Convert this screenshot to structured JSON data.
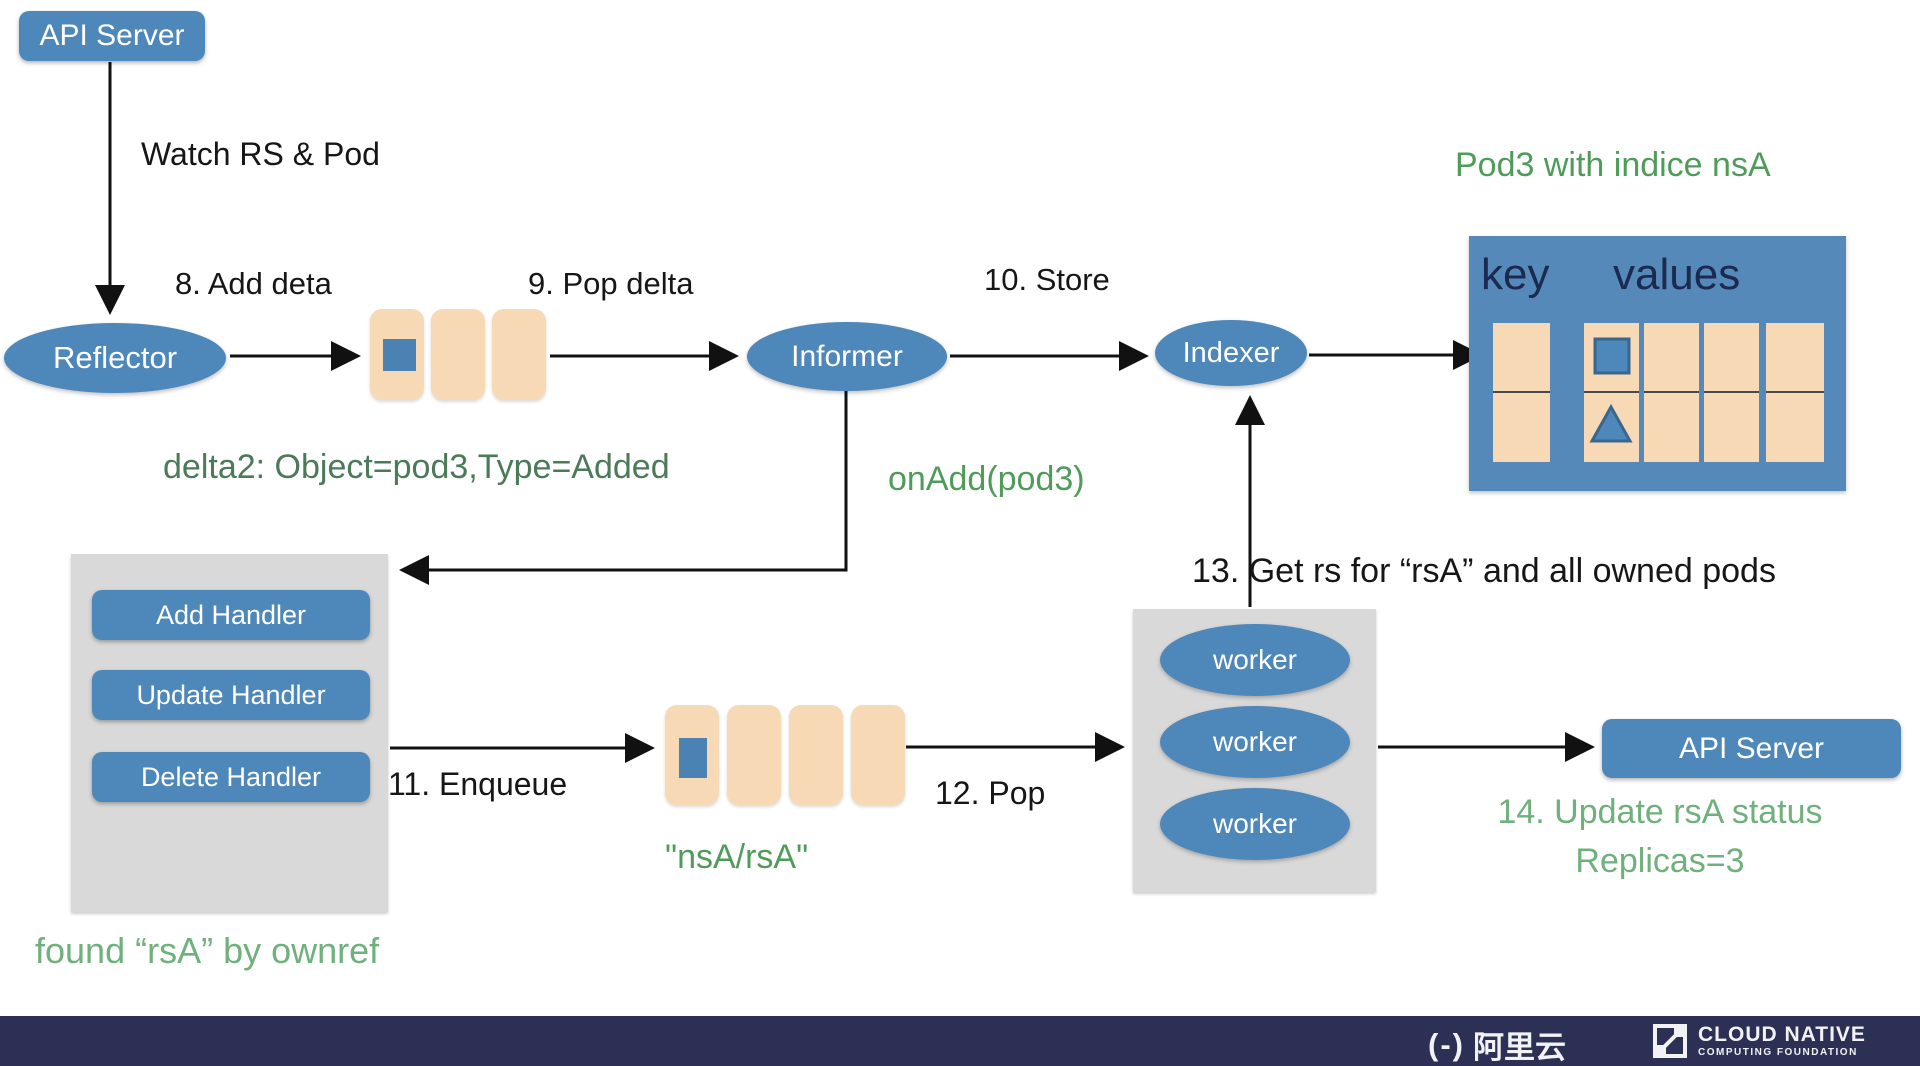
{
  "diagram": {
    "nodes": {
      "api_server_top": "API Server",
      "reflector": "Reflector",
      "informer": "Informer",
      "indexer": "Indexer",
      "api_server_right": "API Server",
      "workers": [
        "worker",
        "worker",
        "worker"
      ],
      "handlers": [
        "Add Handler",
        "Update Handler",
        "Delete Handler"
      ]
    },
    "labels": {
      "watch": "Watch RS & Pod",
      "step8": "8. Add deta",
      "step9": "9. Pop delta",
      "step10": "10. Store",
      "step11": "11. Enqueue",
      "step12": "12. Pop",
      "step13": "13. Get rs for “rsA” and all owned pods",
      "step14_line1": "14. Update rsA status",
      "step14_line2": "Replicas=3",
      "delta2": "delta2: Object=pod3,Type=Added",
      "onadd": "onAdd(pod3)",
      "pod3_indice": "Pod3 with indice nsA",
      "nsa_rsa": "\"nsA/rsA\"",
      "found_rsa": "found “rsA” by ownref"
    },
    "table": {
      "col_key": "key",
      "col_values": "values",
      "key_rows": 2,
      "value_columns": 4,
      "value_rows": 2,
      "markers": [
        "square",
        "triangle"
      ]
    },
    "colors": {
      "steel_blue": "#4e87b9",
      "table_blue": "#5589ba",
      "tan_cell": "#f7d9b6",
      "gray_box": "#d9d9d9",
      "green_dark": "#4a7a58",
      "green_mid": "#4f9c5a",
      "green_light": "#6fb07c",
      "footer_navy": "#2b3054",
      "arrow_black": "#111111"
    },
    "footer": {
      "alibaba_bracket": "(-)",
      "alibaba_name": "阿里云",
      "cncf_line1": "CLOUD NATIVE",
      "cncf_line2": "COMPUTING FOUNDATION"
    }
  }
}
